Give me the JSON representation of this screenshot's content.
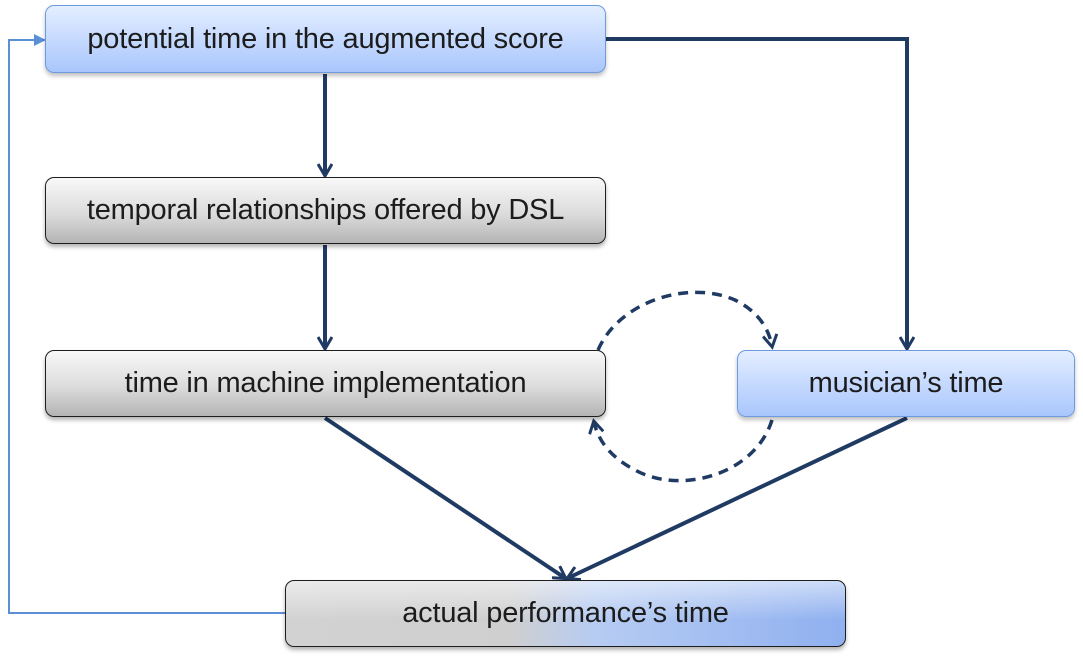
{
  "nodes": {
    "potential_time": {
      "label": "potential time in the augmented score"
    },
    "temporal_relationships": {
      "label": "temporal relationships offered by DSL"
    },
    "machine_time": {
      "label": "time in machine implementation"
    },
    "musician_time": {
      "label": "musician’s time"
    },
    "actual_performance": {
      "label": "actual performance’s time"
    }
  },
  "edges": [
    {
      "from": "potential_time",
      "to": "temporal_relationships",
      "style": "solid"
    },
    {
      "from": "temporal_relationships",
      "to": "machine_time",
      "style": "solid"
    },
    {
      "from": "potential_time",
      "to": "musician_time",
      "style": "solid"
    },
    {
      "from": "machine_time",
      "to": "actual_performance",
      "style": "solid"
    },
    {
      "from": "musician_time",
      "to": "actual_performance",
      "style": "solid"
    },
    {
      "from": "actual_performance",
      "to": "potential_time",
      "style": "feedback"
    },
    {
      "from": "machine_time",
      "to": "musician_time",
      "style": "dashed"
    },
    {
      "from": "musician_time",
      "to": "machine_time",
      "style": "dashed"
    }
  ],
  "colors": {
    "arrow_dark": "#1f3a63",
    "arrow_feedback": "#5b8fd6",
    "box_blue_fill": "#c9dcff",
    "box_blue_border": "#6f9ae0",
    "box_gray_fill": "#dcdcdc",
    "box_gray_border": "#1e1e1e"
  }
}
